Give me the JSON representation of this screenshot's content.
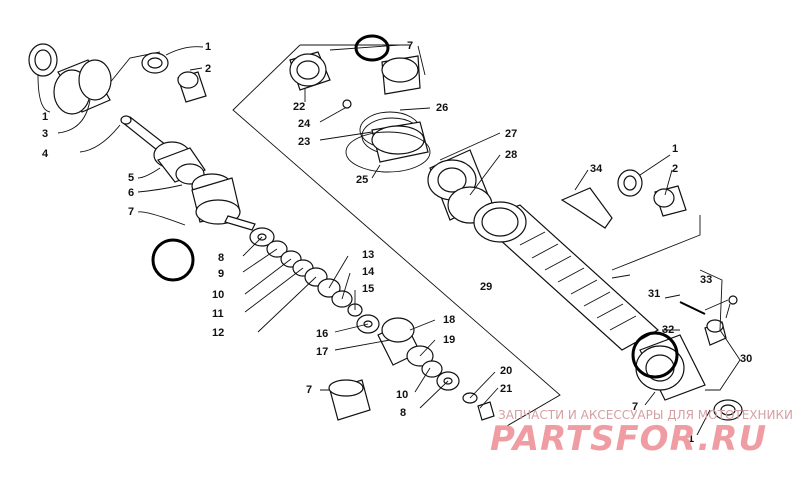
{
  "callouts": [
    {
      "id": "c1a",
      "text": "1"
    },
    {
      "id": "c1b",
      "text": "1"
    },
    {
      "id": "c2a",
      "text": "2"
    },
    {
      "id": "c3",
      "text": "3"
    },
    {
      "id": "c4",
      "text": "4"
    },
    {
      "id": "c5",
      "text": "5"
    },
    {
      "id": "c6",
      "text": "6"
    },
    {
      "id": "c7a",
      "text": "7"
    },
    {
      "id": "c7b",
      "text": "7"
    },
    {
      "id": "c22",
      "text": "22"
    },
    {
      "id": "c24",
      "text": "24"
    },
    {
      "id": "c23",
      "text": "23"
    },
    {
      "id": "c26",
      "text": "26"
    },
    {
      "id": "c27",
      "text": "27"
    },
    {
      "id": "c28",
      "text": "28"
    },
    {
      "id": "c25",
      "text": "25"
    },
    {
      "id": "c34",
      "text": "34"
    },
    {
      "id": "c1c",
      "text": "1"
    },
    {
      "id": "c2b",
      "text": "2"
    },
    {
      "id": "c8a",
      "text": "8"
    },
    {
      "id": "c9",
      "text": "9"
    },
    {
      "id": "c10a",
      "text": "10"
    },
    {
      "id": "c11",
      "text": "11"
    },
    {
      "id": "c12",
      "text": "12"
    },
    {
      "id": "c13",
      "text": "13"
    },
    {
      "id": "c14",
      "text": "14"
    },
    {
      "id": "c15",
      "text": "15"
    },
    {
      "id": "c16",
      "text": "16"
    },
    {
      "id": "c17",
      "text": "17"
    },
    {
      "id": "c18",
      "text": "18"
    },
    {
      "id": "c19",
      "text": "19"
    },
    {
      "id": "c29",
      "text": "29"
    },
    {
      "id": "c33",
      "text": "33"
    },
    {
      "id": "c31",
      "text": "31"
    },
    {
      "id": "c32",
      "text": "32"
    },
    {
      "id": "c30",
      "text": "30"
    },
    {
      "id": "c7c",
      "text": "7"
    },
    {
      "id": "c20",
      "text": "20"
    },
    {
      "id": "c21",
      "text": "21"
    },
    {
      "id": "c10b",
      "text": "10"
    },
    {
      "id": "c8b",
      "text": "8"
    },
    {
      "id": "c7d",
      "text": "7"
    },
    {
      "id": "c1d",
      "text": "1"
    }
  ],
  "watermark": {
    "tagline": "ЗАПЧАСТИ И АКСЕССУАРЫ ДЛЯ МОТОТЕХНИКИ",
    "logo": "PARTSFOR.RU"
  }
}
